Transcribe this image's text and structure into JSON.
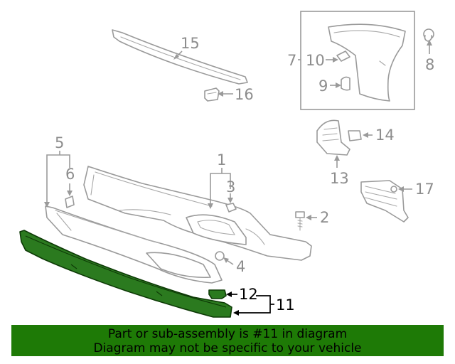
{
  "diagram": {
    "callouts": [
      "1",
      "2",
      "3",
      "4",
      "5",
      "6",
      "7",
      "8",
      "9",
      "10",
      "11",
      "12",
      "13",
      "14",
      "15",
      "16",
      "17"
    ],
    "highlighted_parts": [
      "11",
      "12"
    ],
    "highlight_color": "#2b7a1f"
  },
  "banner": {
    "line1": "Part or sub-assembly is #11 in diagram",
    "line2": "Diagram may not be specific to your vehicle",
    "background": "#1e7a06"
  }
}
